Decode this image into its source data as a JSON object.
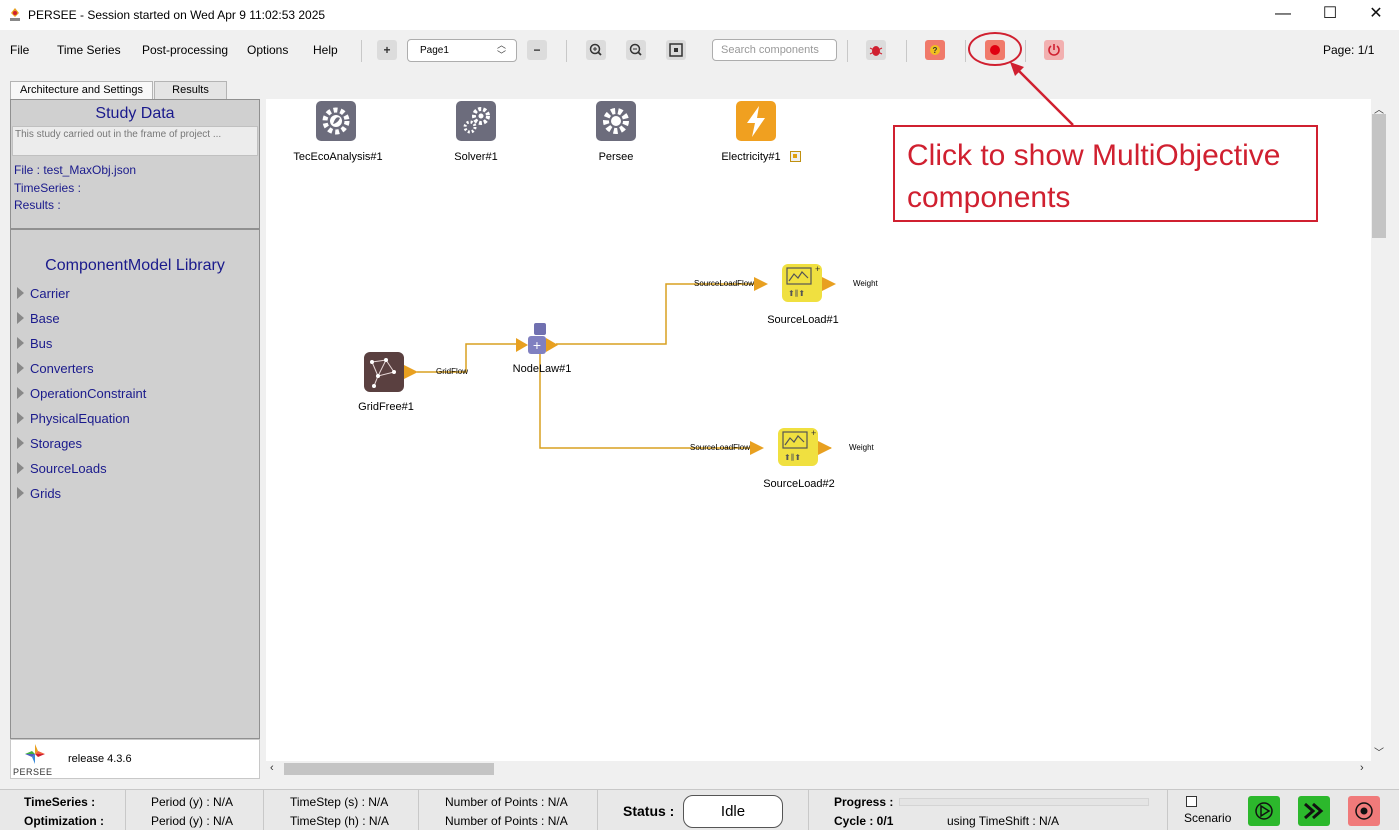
{
  "window": {
    "title": "PERSEE - Session started on Wed Apr 9 11:02:53 2025",
    "minimize": "—",
    "maximize": "☐",
    "close": "✕"
  },
  "menu": [
    "File",
    "Time Series",
    "Post-processing",
    "Options",
    "Help"
  ],
  "toolbar": {
    "add": "+",
    "page_select": "Page1",
    "remove": "−",
    "search_placeholder": "Search components",
    "page_indicator": "Page: 1/1"
  },
  "tabs": [
    "Architecture and Settings",
    "Results"
  ],
  "study": {
    "title": "Study Data",
    "description": "This study carried out in the frame of project ...",
    "file": "File : test_MaxObj.json",
    "timeseries": "TimeSeries :",
    "results": "Results :"
  },
  "library": {
    "title": "ComponentModel Library",
    "items": [
      "Carrier",
      "Base",
      "Bus",
      "Converters",
      "OperationConstraint",
      "PhysicalEquation",
      "Storages",
      "SourceLoads",
      "Grids"
    ]
  },
  "release": {
    "logo_text": "PERSEE",
    "version": "release 4.3.6"
  },
  "canvas": {
    "top_components": [
      "TecEcoAnalysis#1",
      "Solver#1",
      "Persee",
      "Electricity#1"
    ],
    "nodes": {
      "gridfree": "GridFree#1",
      "nodelaw": "NodeLaw#1",
      "sourceload1": "SourceLoad#1",
      "sourceload2": "SourceLoad#2"
    },
    "ports": {
      "gridflow": "GridFlow",
      "sourceloadflow1": "SourceLoadFlow",
      "weight1": "Weight",
      "sourceloadflow2": "SourceLoadFlow",
      "weight2": "Weight"
    }
  },
  "annotation": {
    "line1": "Click to show MultiObjective",
    "line2": "components"
  },
  "status": {
    "timeseries_label": "TimeSeries :",
    "optimization_label": "Optimization :",
    "period_y_1": "Period (y) : N/A",
    "period_y_2": "Period (y) : N/A",
    "timestep_s": "TimeStep (s) : N/A",
    "timestep_h": "TimeStep (h) : N/A",
    "npoints_1": "Number of Points : N/A",
    "npoints_2": "Number of Points : N/A",
    "status_label": "Status :",
    "status_value": "Idle",
    "progress_label": "Progress :",
    "progress_value": 0,
    "cycle": "Cycle : 0/1",
    "timeshift": "using TimeShift : N/A",
    "scenario_label": "Scenario"
  },
  "colors": {
    "accent_red": "#d02030",
    "flow_orange": "#e8a020",
    "library_text": "#1a1a8c",
    "run_green": "#2cb82c"
  }
}
